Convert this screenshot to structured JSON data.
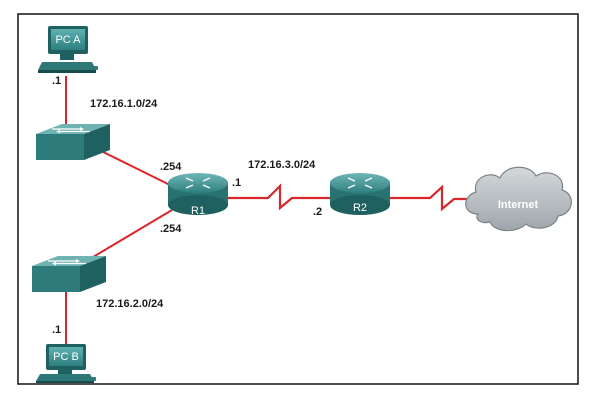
{
  "devices": {
    "pc_a": "PC A",
    "pc_b": "PC B",
    "r1": "R1",
    "r2": "R2",
    "internet": "Internet"
  },
  "networks": {
    "lan_a": "172.16.1.0/24",
    "lan_b": "172.16.2.0/24",
    "wan": "172.16.3.0/24"
  },
  "host_addresses": {
    "pc_a": ".1",
    "pc_b": ".1",
    "r1_g_a": ".254",
    "r1_g_b": ".254",
    "r1_serial": ".1",
    "r2_serial": ".2"
  },
  "colors": {
    "link": "#d8272b",
    "device_teal": "#3a8c8c",
    "device_dark": "#1f6161",
    "cloud": "#b9bec2",
    "frame": "#222222"
  },
  "icons": [
    "pc-icon",
    "switch-icon",
    "router-icon",
    "cloud-icon",
    "serial-link-icon"
  ]
}
